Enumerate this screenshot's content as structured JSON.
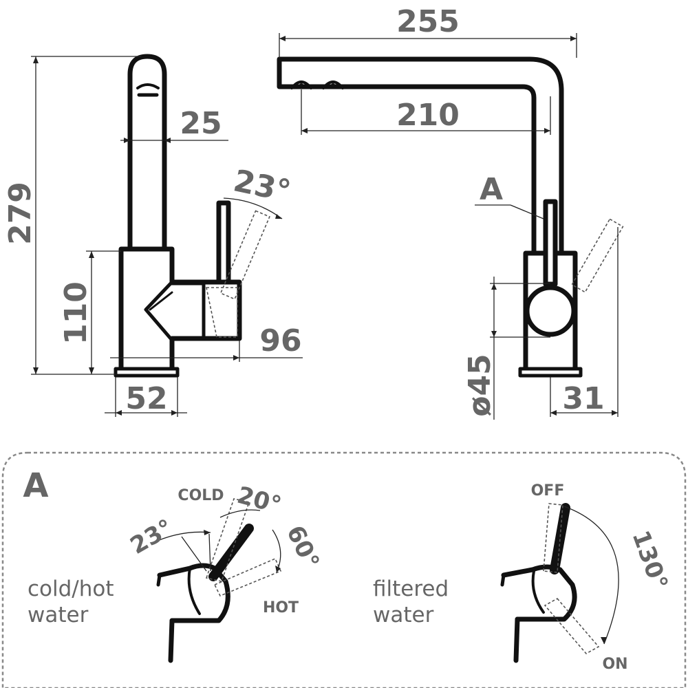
{
  "side_view": {
    "height_total": "279",
    "spout_diameter": "25",
    "lever_angle": "23°",
    "body_height": "110",
    "lever_reach": "96",
    "base_width": "52"
  },
  "front_view": {
    "spout_length_total": "255",
    "spout_length_inner": "210",
    "detail_marker": "A",
    "body_diameter": "ø45",
    "offset": "31"
  },
  "detail_a": {
    "title": "A",
    "cold_label": "COLD",
    "hot_label": "HOT",
    "angle_left": "23°",
    "angle_cold": "20°",
    "angle_hot": "60°",
    "mixer_caption": "cold/hot water",
    "off_label": "OFF",
    "on_label": "ON",
    "angle_filter": "130°",
    "filter_caption": "filtered water"
  }
}
